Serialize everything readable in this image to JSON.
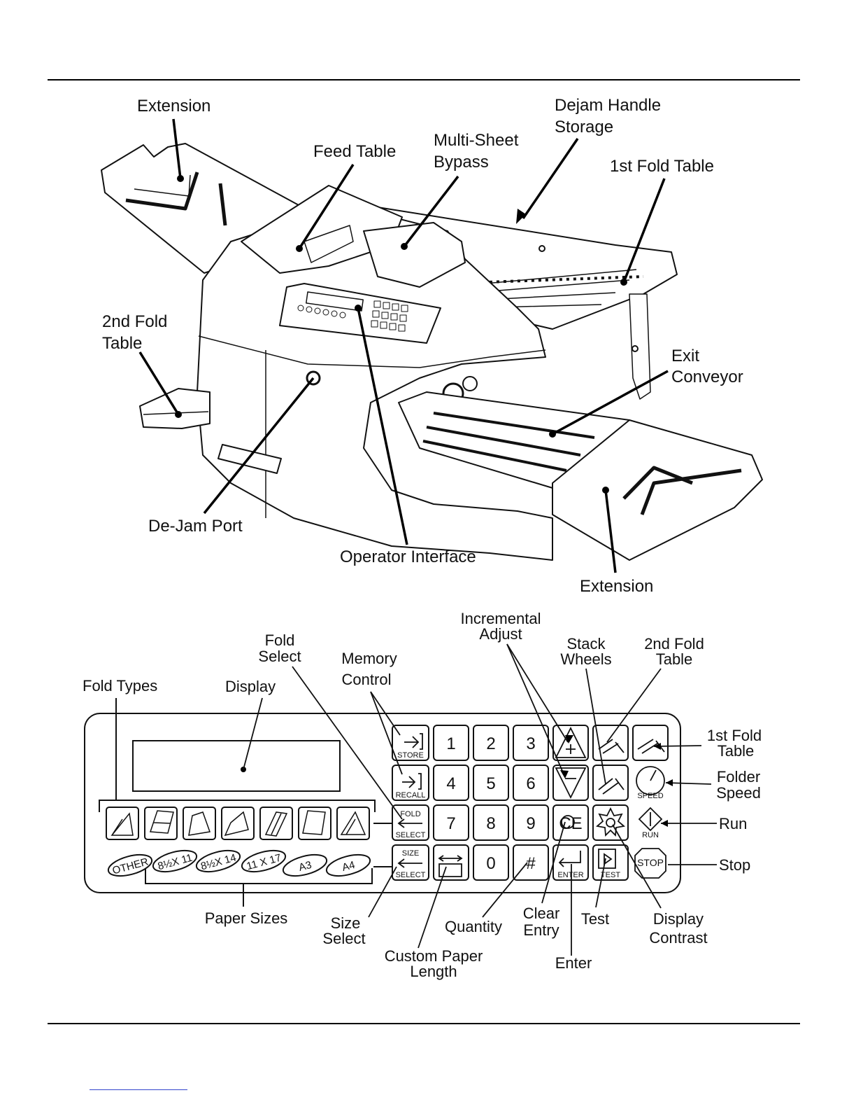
{
  "machine_callouts": {
    "extension_top": "Extension",
    "feed_table": "Feed Table",
    "multi_sheet_bypass": [
      "Multi-Sheet",
      "Bypass"
    ],
    "dejam_handle_storage": [
      "Dejam Handle",
      "Storage"
    ],
    "first_fold_table": "1st Fold Table",
    "second_fold_table": [
      "2nd Fold",
      "Table"
    ],
    "exit_conveyor": [
      "Exit",
      "Conveyor"
    ],
    "dejam_port": "De-Jam Port",
    "operator_interface": "Operator Interface",
    "extension_bottom": "Extension"
  },
  "panel_callouts": {
    "fold_types": "Fold Types",
    "display": "Display",
    "fold_select": [
      "Fold",
      "Select"
    ],
    "memory_control": [
      "Memory",
      "Control"
    ],
    "incremental_adjust": [
      "Incremental",
      "Adjust"
    ],
    "stack_wheels": [
      "Stack",
      "Wheels"
    ],
    "second_fold_table": [
      "2nd Fold",
      "Table"
    ],
    "first_fold_table": [
      "1st Fold",
      "Table"
    ],
    "folder_speed": [
      "Folder",
      "Speed"
    ],
    "run": "Run",
    "stop": "Stop",
    "paper_sizes": "Paper Sizes",
    "size_select": [
      "Size",
      "Select"
    ],
    "custom_paper_length": [
      "Custom Paper",
      "Length"
    ],
    "quantity": "Quantity",
    "clear_entry": [
      "Clear",
      "Entry"
    ],
    "enter": "Enter",
    "test": "Test",
    "display_contrast": [
      "Display",
      "Contrast"
    ]
  },
  "keypad": {
    "store": "STORE",
    "recall": "RECALL",
    "fold_select": [
      "FOLD",
      "SELECT"
    ],
    "size_select": [
      "SIZE",
      "SELECT"
    ],
    "digits": [
      "1",
      "2",
      "3",
      "4",
      "5",
      "6",
      "7",
      "8",
      "9",
      "0"
    ],
    "clear": "CE",
    "hash": "#",
    "enter": "ENTER",
    "test": "TEST",
    "speed": "SPEED",
    "run": "RUN",
    "stop": "STOP",
    "paper_sizes": [
      "OTHER",
      "8½X 11",
      "8½X 14",
      "11 X 17",
      "A3",
      "A4"
    ]
  }
}
